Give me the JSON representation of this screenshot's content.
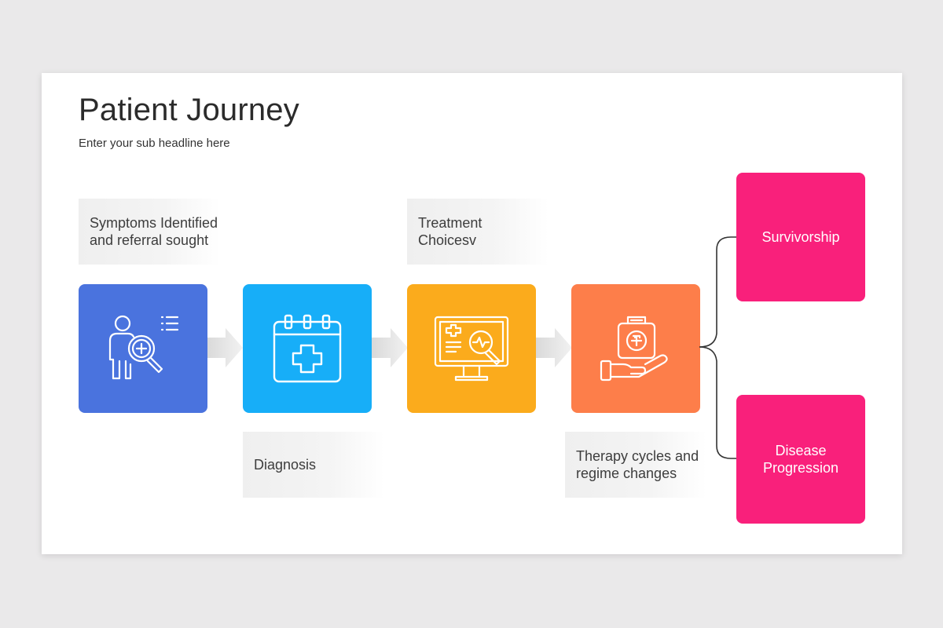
{
  "title": "Patient Journey",
  "subtitle": "Enter your sub headline here",
  "colors": {
    "step1": "#4a73de",
    "step2": "#17aef8",
    "step3": "#fbab1c",
    "step4": "#fd7e4a",
    "outcome": "#f9207b"
  },
  "labels": {
    "symptoms": "Symptoms Identified\nand referral sought",
    "diagnosis": "Diagnosis",
    "treatment": "Treatment\nChoicesv",
    "therapy": "Therapy cycles and\nregime changes"
  },
  "steps": [
    {
      "icon": "patient-search-icon"
    },
    {
      "icon": "medical-calendar-icon"
    },
    {
      "icon": "medical-monitor-icon"
    },
    {
      "icon": "medical-kit-hand-icon"
    }
  ],
  "outcomes": {
    "survivorship": "Survivorship",
    "progression": "Disease\nProgression"
  }
}
